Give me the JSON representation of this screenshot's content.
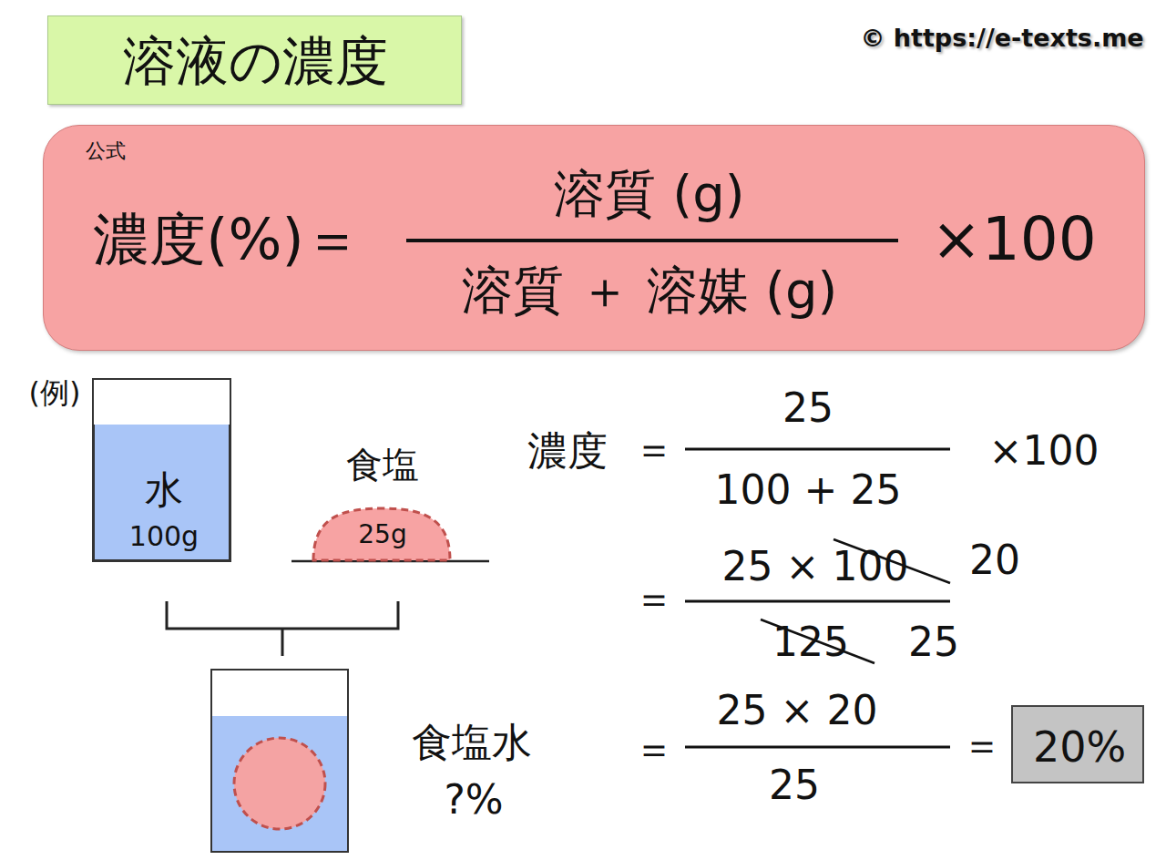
{
  "diagram": {
    "title": "溶液の濃度",
    "nodes": [
      {
        "text": [
          "公式",
          "濃度(%)＝",
          "溶質 (g)",
          "溶質 ＋ 溶媒 (g)",
          "×100"
        ]
      },
      {
        "text": [
          "水",
          "100g"
        ]
      },
      {
        "text": [
          "食塩",
          "25g"
        ]
      },
      {
        "text": [
          "20%"
        ]
      }
    ],
    "labels": [
      "© https://e-texts.me",
      "(例)",
      "食塩水",
      "?%",
      "濃度",
      "＝",
      "25",
      "100 + 25",
      "×100",
      "＝",
      "25 × 100",
      "20",
      "125",
      "25",
      "＝",
      "25 × 20",
      "25",
      "＝"
    ]
  }
}
